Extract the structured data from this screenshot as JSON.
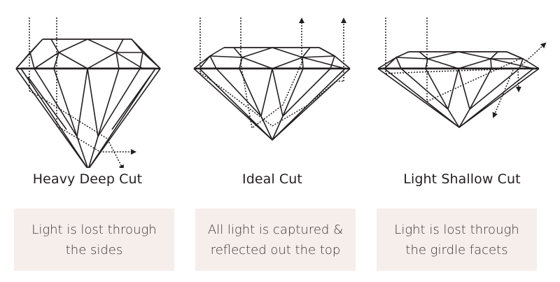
{
  "cuts": [
    {
      "title": "Heavy Deep Cut",
      "caption_line1": "Light is lost through",
      "caption_line2": "the sides",
      "light_path": "lost-through-sides"
    },
    {
      "title": "Ideal Cut",
      "caption_line1": "All light is captured &",
      "caption_line2": "reflected out the top",
      "light_path": "reflected-out-top"
    },
    {
      "title": "Light Shallow Cut",
      "caption_line1": "Light is lost through",
      "caption_line2": "the girdle facets",
      "light_path": "lost-through-girdle"
    }
  ],
  "colors": {
    "line": "#231f20",
    "caption_background": "#f6eeeb",
    "caption_text": "#3a3536",
    "background": "#ffffff"
  }
}
